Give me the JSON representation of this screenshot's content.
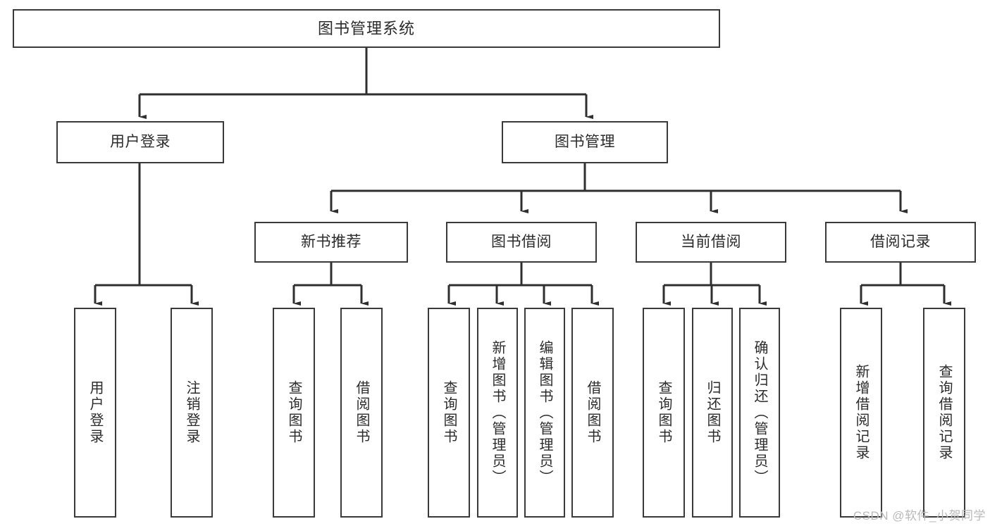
{
  "diagram": {
    "title": "图书管理系统",
    "type": "hierarchy-tree",
    "colors": {
      "stroke": "#3a3a3a",
      "fill": "#ffffff",
      "text": "#2b2b2b",
      "watermark": "#b9b9b9"
    },
    "root": {
      "label": "图书管理系统"
    },
    "level2": [
      {
        "label": "用户登录"
      },
      {
        "label": "图书管理"
      }
    ],
    "level3": [
      {
        "label": "新书推荐"
      },
      {
        "label": "图书借阅"
      },
      {
        "label": "当前借阅"
      },
      {
        "label": "借阅记录"
      }
    ],
    "leaves": {
      "user_login": [
        {
          "label": "用户登录"
        },
        {
          "label": "注销登录"
        }
      ],
      "new_book": [
        {
          "label": "查询图书"
        },
        {
          "label": "借阅图书"
        }
      ],
      "book_borrow": [
        {
          "label": "查询图书"
        },
        {
          "label": "新增图书（管理员）"
        },
        {
          "label": "编辑图书（管理员）"
        },
        {
          "label": "借阅图书"
        }
      ],
      "current_borrow": [
        {
          "label": "查询图书"
        },
        {
          "label": "归还图书"
        },
        {
          "label": "确认归还（管理员）"
        }
      ],
      "borrow_record": [
        {
          "label": "新增借阅记录"
        },
        {
          "label": "查询借阅记录"
        }
      ]
    }
  },
  "watermark": {
    "text": "CSDN @软件_小贺同学"
  }
}
